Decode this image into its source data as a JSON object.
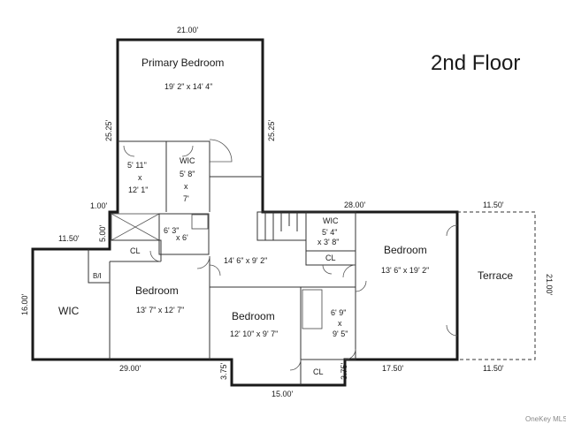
{
  "title": "2nd Floor",
  "watermark": "OneKey MLS",
  "rooms": {
    "primary_bedroom": {
      "name": "Primary  Bedroom",
      "dims": "19' 2\" x 14' 4\""
    },
    "primary_bath": {
      "l1": "5' 11\"",
      "l2": "x",
      "l3": "12' 1\""
    },
    "primary_wic": {
      "name": "WIC",
      "l1": "5' 8\"",
      "l2": "x",
      "l3": "7'"
    },
    "hall_bath": {
      "dims": "6' 3\"",
      "dims2": "x 6'"
    },
    "hall": {
      "dims": "14' 6\" x 9' 2\""
    },
    "wic_small": {
      "name": "WIC",
      "l1": "5' 4\"",
      "l2": "x 3' 8\""
    },
    "cl_right": {
      "name": "CL"
    },
    "bedroom_right": {
      "name": "Bedroom",
      "dims": "13' 6\" x 19' 2\""
    },
    "terrace": {
      "name": "Terrace"
    },
    "wic_left": {
      "name": "WIC"
    },
    "bi": {
      "name": "B/I"
    },
    "cl_left": {
      "name": "CL"
    },
    "bedroom_left": {
      "name": "Bedroom",
      "dims": "13' 7\" x 12' 7\""
    },
    "bedroom_mid": {
      "name": "Bedroom",
      "dims": "12' 10\" x 9' 7\""
    },
    "bath_mid": {
      "l1": "6' 9\"",
      "l2": "x",
      "l3": "9' 5\""
    },
    "cl_bottom": {
      "name": "CL"
    }
  },
  "dimensions": {
    "top": "21.00'",
    "primary_left": "25.25'",
    "primary_right": "25.25'",
    "left_step": "1.00'",
    "left_step_v": "5.00'",
    "wic_top": "11.50'",
    "wic_left": "16.00'",
    "mid_top": "28.00'",
    "terrace_top": "11.50'",
    "terrace_right": "21.00'",
    "bottom_left": "29.00'",
    "notch_left": "3.75'",
    "notch_bottom": "15.00'",
    "notch_right": "3.75'",
    "bottom_right": "17.50'",
    "terrace_bottom": "11.50'"
  }
}
